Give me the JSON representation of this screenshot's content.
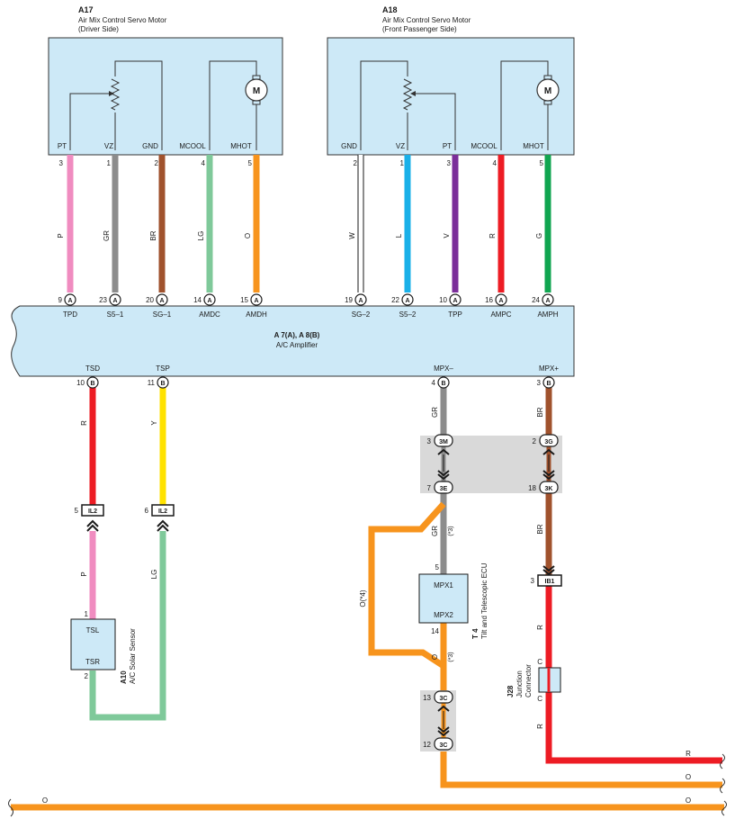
{
  "colors": {
    "box_fill": "#cde9f7",
    "gray_zone": "#d9d9d9",
    "P": "#f08cc0",
    "GR": "#8c8c8c",
    "BR": "#a0522d",
    "LG": "#7fc99a",
    "O": "#f7941d",
    "W": "#ffffff",
    "L": "#1ab0e8",
    "V": "#7b2e9a",
    "R": "#ed1c24",
    "G": "#10a550",
    "Y": "#ffe200"
  },
  "a17": {
    "code": "A17",
    "title1": "Air Mix Control Servo Motor",
    "title2": "(Driver Side)",
    "motor": "M",
    "pins": [
      {
        "label": "PT",
        "num": "3",
        "wire": "P",
        "cpin": "9",
        "cname": "TPD"
      },
      {
        "label": "VZ",
        "num": "1",
        "wire": "GR",
        "cpin": "23",
        "cname": "S5–1"
      },
      {
        "label": "GND",
        "num": "2",
        "wire": "BR",
        "cpin": "20",
        "cname": "SG–1"
      },
      {
        "label": "MCOOL",
        "num": "4",
        "wire": "LG",
        "cpin": "14",
        "cname": "AMDC"
      },
      {
        "label": "MHOT",
        "num": "5",
        "wire": "O",
        "cpin": "15",
        "cname": "AMDH"
      }
    ]
  },
  "a18": {
    "code": "A18",
    "title1": "Air Mix Control Servo Motor",
    "title2": "(Front Passenger Side)",
    "motor": "M",
    "pins": [
      {
        "label": "GND",
        "num": "2",
        "wire": "W",
        "cpin": "19",
        "cname": "SG–2"
      },
      {
        "label": "VZ",
        "num": "1",
        "wire": "L",
        "cpin": "22",
        "cname": "S5–2"
      },
      {
        "label": "PT",
        "num": "3",
        "wire": "V",
        "cpin": "10",
        "cname": "TPP"
      },
      {
        "label": "MCOOL",
        "num": "4",
        "wire": "R",
        "cpin": "16",
        "cname": "AMPC"
      },
      {
        "label": "MHOT",
        "num": "5",
        "wire": "G",
        "cpin": "24",
        "cname": "AMPH"
      }
    ]
  },
  "amp": {
    "title1": "A 7(A), A 8(B)",
    "title2": "A/C Amplifier",
    "conn_a": "A",
    "conn_b": "B",
    "bottom_pins": [
      {
        "cname": "TSD",
        "cpin": "10",
        "wire": "R"
      },
      {
        "cname": "TSP",
        "cpin": "11",
        "wire": "Y"
      },
      {
        "cname": "MPX–",
        "cpin": "4",
        "wire": "GR"
      },
      {
        "cname": "MPX+",
        "cpin": "3",
        "wire": "BR"
      }
    ]
  },
  "il2": {
    "name": "IL2",
    "pin_left": "5",
    "pin_right": "6",
    "wire_left": "P",
    "wire_right": "LG"
  },
  "a10": {
    "code": "A10",
    "title": "A/C Solar Sensor",
    "pin1_label": "TSL",
    "pin2_label": "TSR",
    "pin1": "1",
    "pin2": "2"
  },
  "jc_3m": {
    "pin": "3",
    "name": "3M"
  },
  "jc_3e": {
    "pin": "7",
    "name": "3E"
  },
  "jc_3g": {
    "pin": "2",
    "name": "3G"
  },
  "jc_3k": {
    "pin": "18",
    "name": "3K"
  },
  "t4": {
    "code": "T 4",
    "title": "Tilt and Telescopic ECU",
    "pin_top_label": "MPX1",
    "pin_bot_label": "MPX2",
    "pin_top": "5",
    "pin_bot": "14",
    "wire_top": "GR",
    "wire_bot": "O",
    "note3": "(*3)",
    "loop_wire": "O(*4)"
  },
  "ib1": {
    "pin": "3",
    "name": "IB1",
    "wire_above": "BR",
    "wire_below": "R"
  },
  "j28": {
    "code": "J28",
    "title1": "Junction",
    "title2": "Connector",
    "pin_top": "C",
    "pin_bot": "C",
    "wire_below": "R"
  },
  "jc_3c_top": {
    "pin": "13",
    "name": "3C"
  },
  "jc_3c_bot": {
    "pin": "12",
    "name": "3C"
  },
  "out_wires": {
    "r": "R",
    "o1": "O",
    "o2": "O",
    "o_left": "O"
  }
}
